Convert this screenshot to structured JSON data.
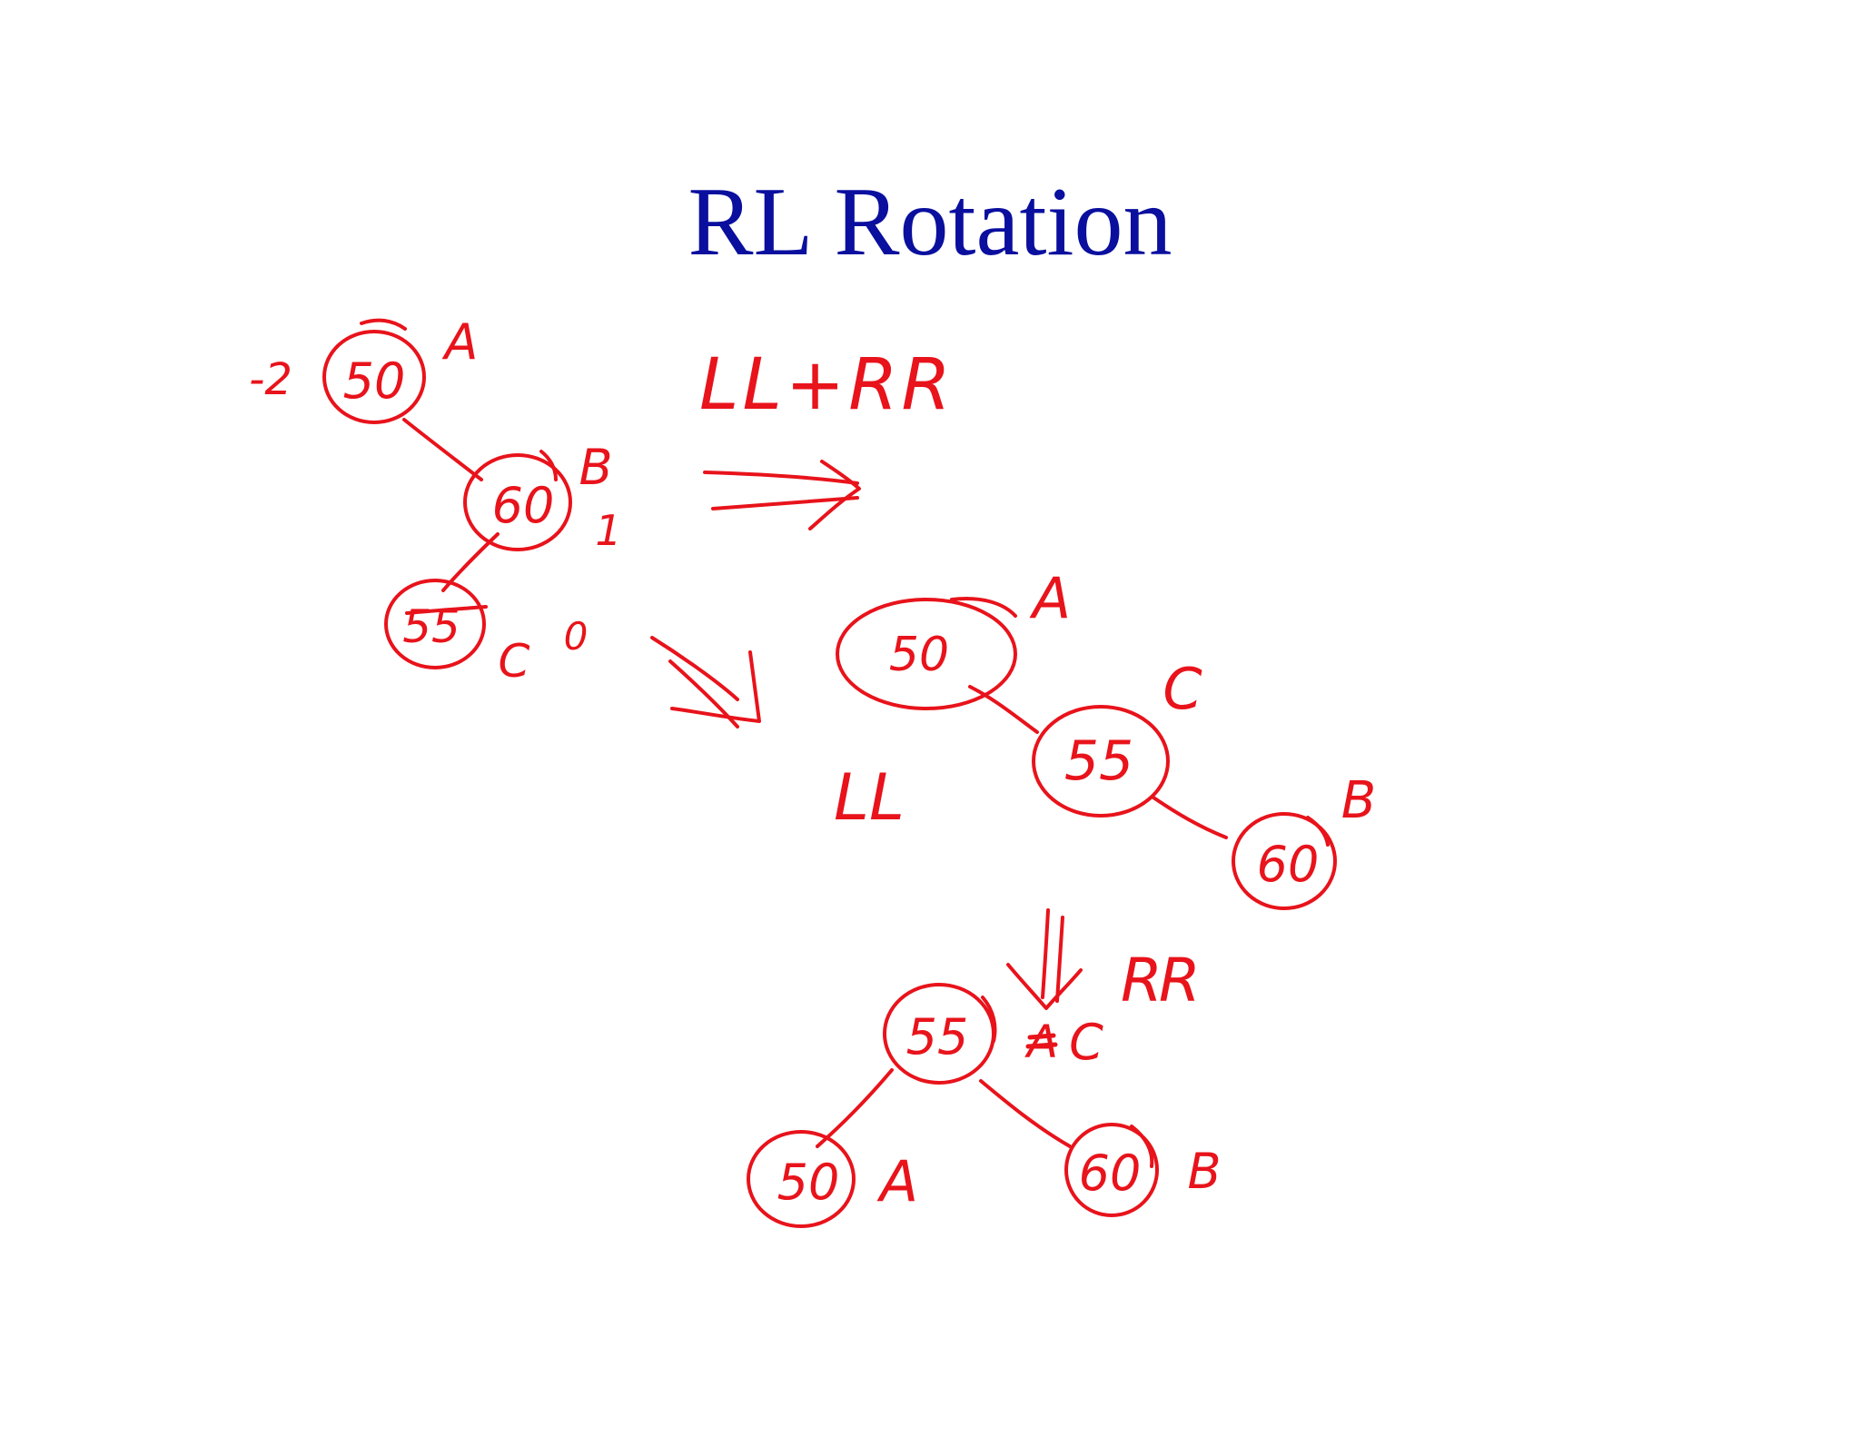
{
  "title": "RL Rotation",
  "ink_color": "#e8131b",
  "title_color": "#0a0f9e",
  "annotations": {
    "operation": "LL+RR",
    "first_step": "LL",
    "second_step": "RR",
    "balance_factor_a": "-2",
    "balance_factor_b": "1",
    "balance_factor_c": "0"
  },
  "trees": {
    "original": {
      "nodes": [
        {
          "value": "50",
          "label": "A"
        },
        {
          "value": "60",
          "label": "B"
        },
        {
          "value": "55",
          "label": "C"
        }
      ]
    },
    "after_ll": {
      "nodes": [
        {
          "value": "50",
          "label": "A"
        },
        {
          "value": "55",
          "label": "C"
        },
        {
          "value": "60",
          "label": "B"
        }
      ]
    },
    "after_rr": {
      "nodes": [
        {
          "value": "55",
          "label": "C",
          "struck_label": "A"
        },
        {
          "value": "50",
          "label": "A"
        },
        {
          "value": "60",
          "label": "B"
        }
      ]
    }
  }
}
